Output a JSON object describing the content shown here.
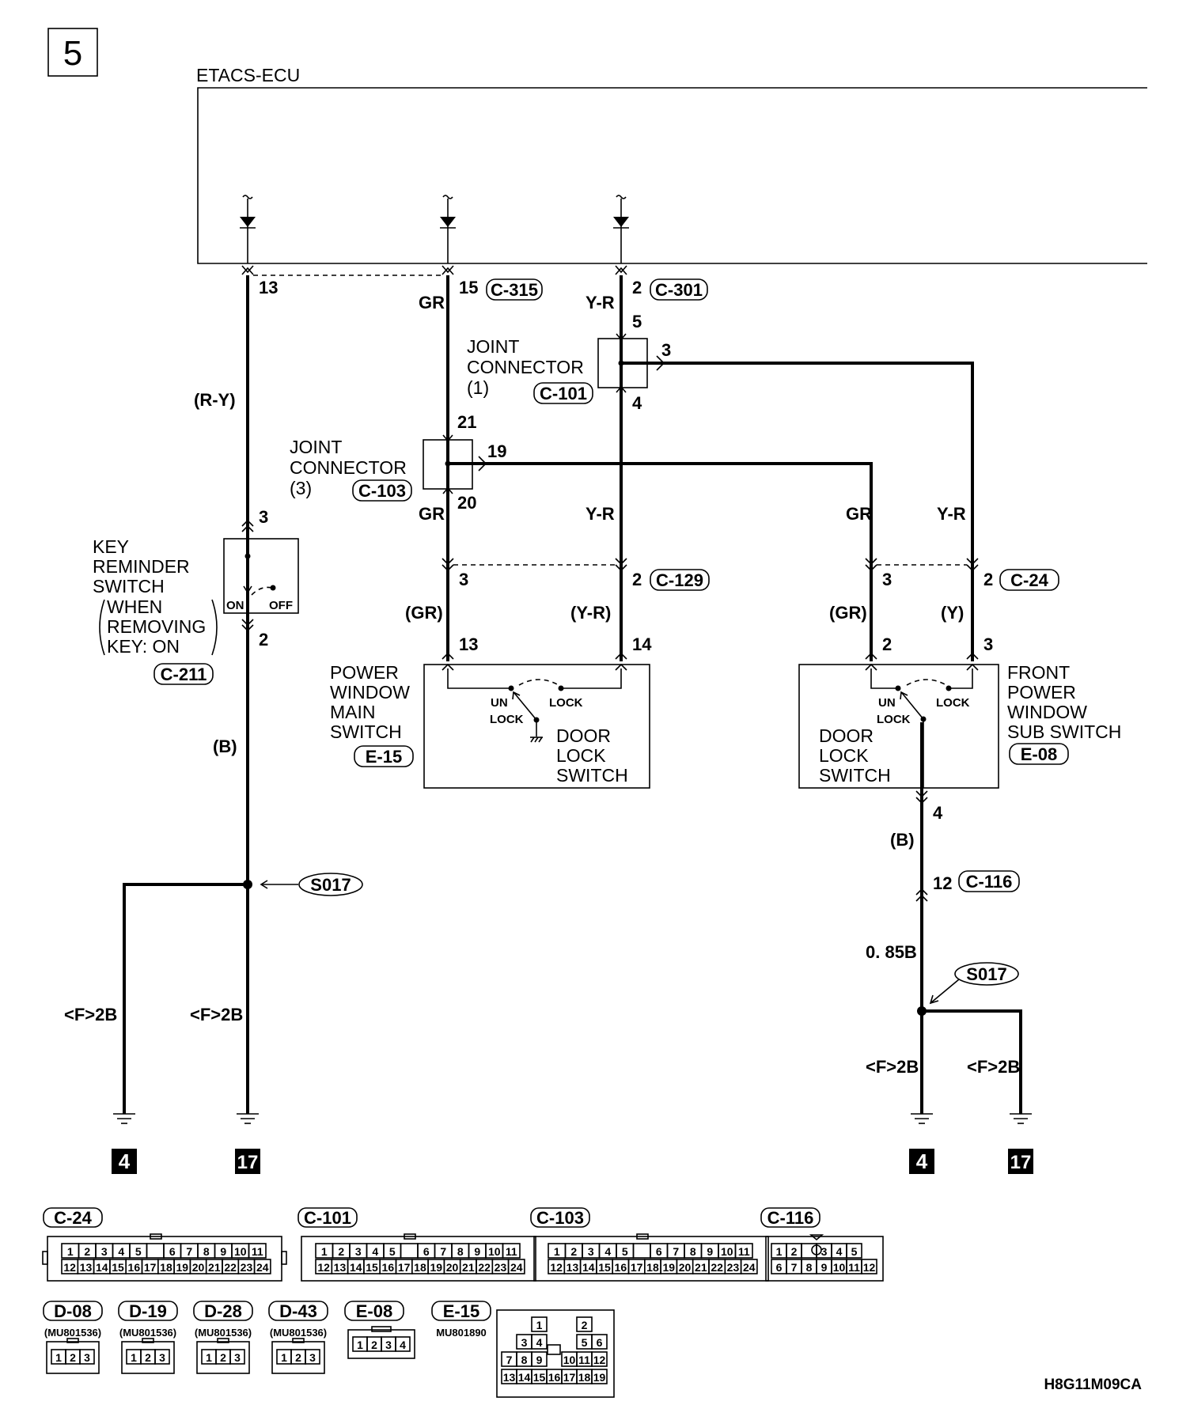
{
  "page_number": "5",
  "ecu_label": "ETACS-ECU",
  "figure_code": "H8G11M09CA",
  "wires": {
    "ry": "(R-Y)",
    "b": "(B)",
    "gr": "GR",
    "yr": "Y-R",
    "gr_p": "(GR)",
    "yr_p": "(Y-R)",
    "y_p": "(Y)",
    "b085": "0. 85B",
    "f2b": "<F>2B"
  },
  "pins": {
    "p13": "13",
    "p15": "15",
    "p2": "2",
    "p5": "5",
    "p3": "3",
    "p4": "4",
    "p21": "21",
    "p19": "19",
    "p20": "20",
    "p14": "14",
    "p12": "12"
  },
  "components": {
    "joint1": [
      "JOINT",
      "CONNECTOR",
      "(1)"
    ],
    "joint3": [
      "JOINT",
      "CONNECTOR",
      "(3)"
    ],
    "key_switch": [
      "KEY",
      "REMINDER",
      "SWITCH"
    ],
    "key_note": [
      "WHEN",
      "REMOVING",
      "KEY: ON"
    ],
    "on": "ON",
    "off": "OFF",
    "pw_main": [
      "POWER",
      "WINDOW",
      "MAIN",
      "SWITCH"
    ],
    "door_lock": [
      "DOOR",
      "LOCK",
      "SWITCH"
    ],
    "front_sub": [
      "FRONT",
      "POWER",
      "WINDOW",
      "SUB SWITCH"
    ],
    "un": "UN",
    "lock": "LOCK"
  },
  "connectors": {
    "c315": "C-315",
    "c301": "C-301",
    "c101": "C-101",
    "c103": "C-103",
    "c129": "C-129",
    "c24": "C-24",
    "c211": "C-211",
    "e15": "E-15",
    "e08": "E-08",
    "c116": "C-116",
    "s017": "S017"
  },
  "grounds": [
    "4",
    "17"
  ],
  "legend": {
    "c24": {
      "label": "C-24",
      "row1": [
        "1",
        "2",
        "3",
        "4",
        "5",
        "",
        "6",
        "7",
        "8",
        "9",
        "10",
        "11"
      ],
      "row2": [
        "12",
        "13",
        "14",
        "15",
        "16",
        "17",
        "18",
        "19",
        "20",
        "21",
        "22",
        "23",
        "24"
      ]
    },
    "c101": {
      "label": "C-101",
      "row1": [
        "1",
        "2",
        "3",
        "4",
        "5",
        "",
        "6",
        "7",
        "8",
        "9",
        "10",
        "11"
      ],
      "row2": [
        "12",
        "13",
        "14",
        "15",
        "16",
        "17",
        "18",
        "19",
        "20",
        "21",
        "22",
        "23",
        "24"
      ]
    },
    "c103": {
      "label": "C-103",
      "row1": [
        "1",
        "2",
        "3",
        "4",
        "5",
        "",
        "6",
        "7",
        "8",
        "9",
        "10",
        "11"
      ],
      "row2": [
        "12",
        "13",
        "14",
        "15",
        "16",
        "17",
        "18",
        "19",
        "20",
        "21",
        "22",
        "23",
        "24"
      ]
    },
    "c116": {
      "label": "C-116",
      "row1": [
        "1",
        "2",
        "",
        "3",
        "4",
        "5"
      ],
      "row2": [
        "6",
        "7",
        "8",
        "9",
        "10",
        "11",
        "12"
      ]
    },
    "d08": {
      "label": "D-08",
      "part": "(MU801536)",
      "pins": [
        "1",
        "2",
        "3"
      ]
    },
    "d19": {
      "label": "D-19",
      "part": "(MU801536)",
      "pins": [
        "1",
        "2",
        "3"
      ]
    },
    "d28": {
      "label": "D-28",
      "part": "(MU801536)",
      "pins": [
        "1",
        "2",
        "3"
      ]
    },
    "d43": {
      "label": "D-43",
      "part": "(MU801536)",
      "pins": [
        "1",
        "2",
        "3"
      ]
    },
    "e08": {
      "label": "E-08",
      "pins": [
        "1",
        "2",
        "3",
        "4"
      ]
    },
    "e15": {
      "label": "E-15",
      "part": "MU801890",
      "r1": [
        "1",
        "2"
      ],
      "r2": [
        "3",
        "4",
        "5",
        "6"
      ],
      "r3": [
        "7",
        "8",
        "9",
        "10",
        "11",
        "12"
      ],
      "r4": [
        "13",
        "14",
        "15",
        "16",
        "17",
        "18",
        "19"
      ]
    }
  }
}
